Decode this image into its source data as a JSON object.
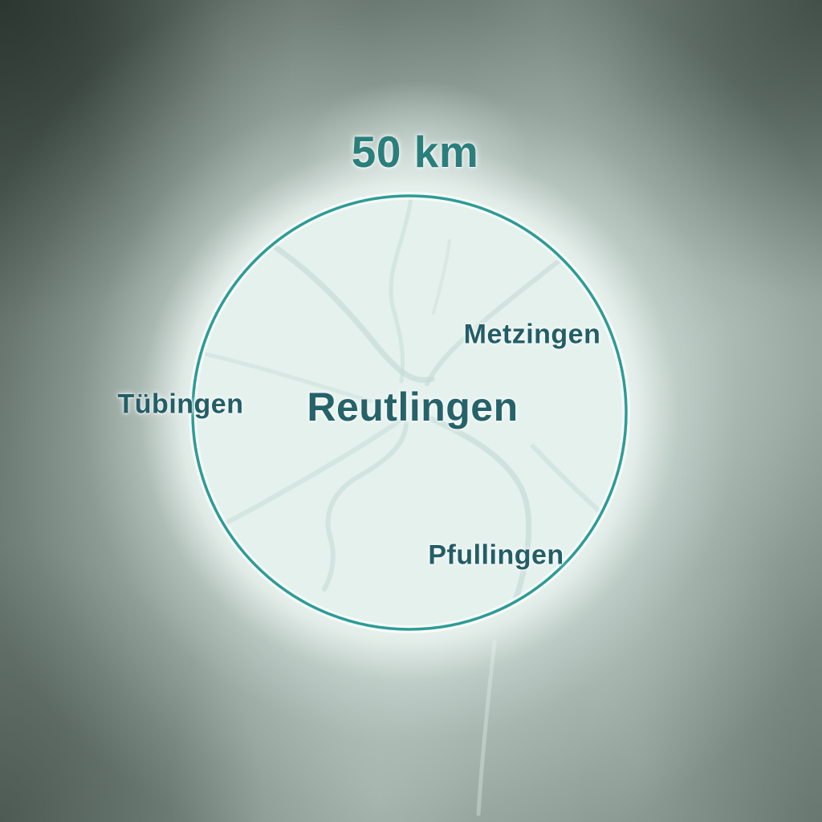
{
  "map": {
    "distance_label": "50 km",
    "center_city": "Reutlingen",
    "nearby_cities": [
      {
        "name": "Metzingen",
        "position": "northeast-inside-ring"
      },
      {
        "name": "Tübingen",
        "position": "west-on-ring-edge"
      },
      {
        "name": "Pfullingen",
        "position": "south-inside-ring"
      }
    ]
  },
  "theme": {
    "ring_color": "#2c9c96",
    "map_fill_color": "#e4f1ed",
    "road_color": "#c7dcd7",
    "distance_label_color": "#2a7f7c",
    "center_label_color": "#266269",
    "city_label_color": "#235e66",
    "background_mid": "#77867f",
    "background_dark": "#414d47",
    "glow_color": "#eef8f4"
  }
}
